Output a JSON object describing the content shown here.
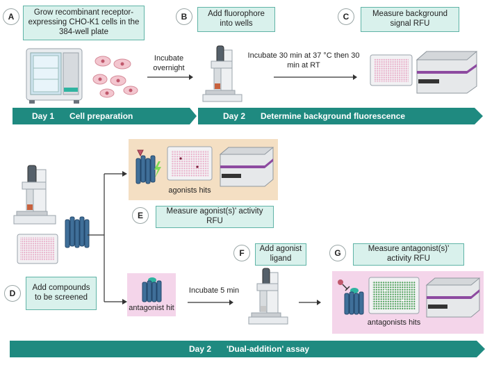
{
  "steps": {
    "a": {
      "letter": "A",
      "text": "Grow recombinant receptor-expressing CHO-K1 cells in the 384-well plate"
    },
    "b": {
      "letter": "B",
      "text": "Add fluorophore into wells"
    },
    "c": {
      "letter": "C",
      "text": "Measure background signal RFU"
    },
    "d": {
      "letter": "D",
      "text": "Add compounds to be screened"
    },
    "e": {
      "letter": "E",
      "text": "Measure agonist(s)' activity RFU"
    },
    "f": {
      "letter": "F",
      "text": "Add agonist ligand"
    },
    "g": {
      "letter": "G",
      "text": "Measure antagonist(s)' activity RFU"
    }
  },
  "arrows": {
    "incubate_overnight": "Incubate overnight",
    "incubate_30": "Incubate 30 min at 37 °C then 30 min at RT",
    "incubate_5": "Incubate 5 min"
  },
  "panels": {
    "agonists_hits": "agonists hits",
    "antagonist_hit": "antagonist hit",
    "antagonists_hits": "antagonists hits"
  },
  "banners": {
    "day1_day": "Day 1",
    "day1_label": "Cell preparation",
    "day2_day": "Day 2",
    "day2_label": "Determine background fluorescence",
    "day2b_day": "Day 2",
    "day2b_label": "'Dual-addition' assay"
  },
  "colors": {
    "banner": "#1f8a80",
    "step_fill": "#d9f1ec",
    "step_border": "#5fb3a6",
    "agonist_panel": "#f4dfc3",
    "antagonist_panel": "#f4d5ea",
    "receptor": "#3f6f99",
    "plate_well_pink": "#e9a9c6",
    "plate_well_green": "#3f9a4c"
  }
}
